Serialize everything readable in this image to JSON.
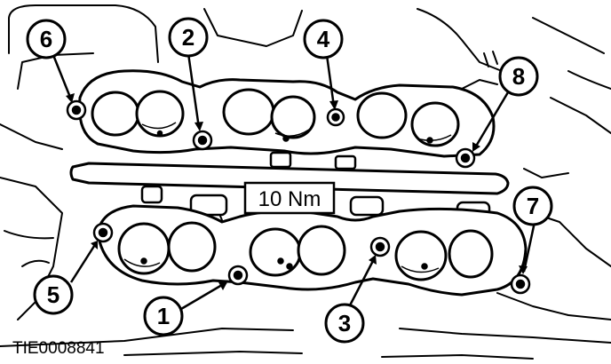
{
  "diagram": {
    "torque_label": "10 Nm",
    "reference_code": "TIE0008841",
    "callouts": [
      "1",
      "2",
      "3",
      "4",
      "5",
      "6",
      "7",
      "8"
    ]
  }
}
